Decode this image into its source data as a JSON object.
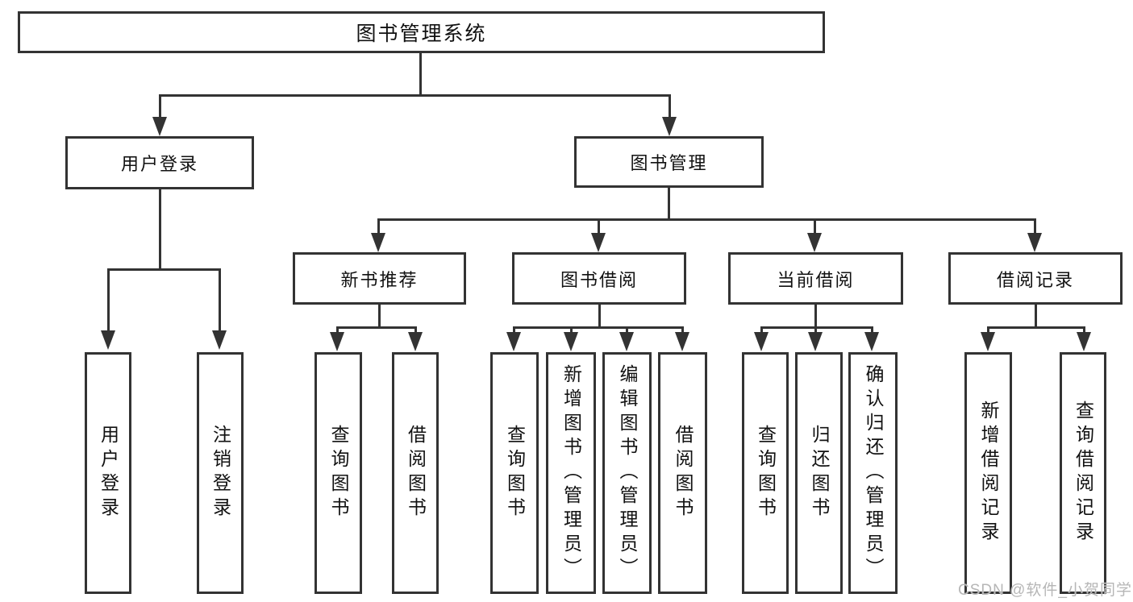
{
  "title": "图书管理系统",
  "level2": {
    "user_login": "用户登录",
    "book_mgmt": "图书管理"
  },
  "user_login_children": [
    "用户登录",
    "注销登录"
  ],
  "book_groups": [
    {
      "label": "新书推荐",
      "children": [
        "查询图书",
        "借阅图书"
      ]
    },
    {
      "label": "图书借阅",
      "children": [
        "查询图书",
        "新增图书（管理员）",
        "编辑图书（管理员）",
        "借阅图书"
      ]
    },
    {
      "label": "当前借阅",
      "children": [
        "查询图书",
        "归还图书",
        "确认归还（管理员）"
      ]
    },
    {
      "label": "借阅记录",
      "children": [
        "新增借阅记录",
        "查询借阅记录"
      ]
    }
  ],
  "watermark": "CSDN @软件_小贺同学",
  "colors": {
    "line": "#333333",
    "text": "#111111",
    "watermark": "#b6b6b6",
    "background": "#ffffff"
  }
}
